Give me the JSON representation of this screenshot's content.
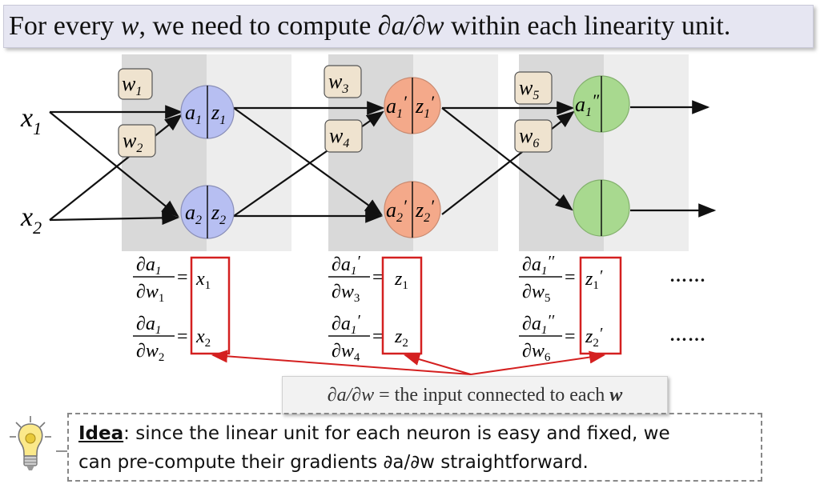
{
  "title": {
    "prefix": "For every ",
    "var": "w",
    "middle": ", we need to compute ",
    "expr": "∂a/∂w",
    "suffix": " within each linearity unit."
  },
  "inputs": [
    {
      "base": "x",
      "sub": "1"
    },
    {
      "base": "x",
      "sub": "2"
    }
  ],
  "weights": [
    {
      "base": "w",
      "sub": "1"
    },
    {
      "base": "w",
      "sub": "2"
    },
    {
      "base": "w",
      "sub": "3"
    },
    {
      "base": "w",
      "sub": "4"
    },
    {
      "base": "w",
      "sub": "5"
    },
    {
      "base": "w",
      "sub": "6"
    }
  ],
  "neurons": [
    {
      "a": "a",
      "a_sub": "1",
      "a_prime": "",
      "z": "z",
      "z_sub": "1",
      "z_prime": "",
      "color": "#b7bff2"
    },
    {
      "a": "a",
      "a_sub": "2",
      "a_prime": "",
      "z": "z",
      "z_sub": "2",
      "z_prime": "",
      "color": "#b7bff2"
    },
    {
      "a": "a",
      "a_sub": "1",
      "a_prime": "′",
      "z": "z",
      "z_sub": "1",
      "z_prime": "′",
      "color": "#f4a98a"
    },
    {
      "a": "a",
      "a_sub": "2",
      "a_prime": "′",
      "z": "z",
      "z_sub": "2",
      "z_prime": "′",
      "color": "#f4a98a"
    },
    {
      "a": "a",
      "a_sub": "1",
      "a_prime": "″",
      "z": "",
      "z_sub": "",
      "z_prime": "",
      "color": "#a8d98f"
    },
    {
      "a": "",
      "a_sub": "",
      "a_prime": "",
      "z": "",
      "z_sub": "",
      "z_prime": "",
      "color": "#a8d98f"
    }
  ],
  "derivatives": [
    {
      "num": "∂a",
      "num_sub": "1",
      "num_prime": "",
      "den": "∂w",
      "den_sub": "1",
      "rhs": "x",
      "rhs_sub": "1",
      "rhs_prime": ""
    },
    {
      "num": "∂a",
      "num_sub": "1",
      "num_prime": "",
      "den": "∂w",
      "den_sub": "2",
      "rhs": "x",
      "rhs_sub": "2",
      "rhs_prime": ""
    },
    {
      "num": "∂a",
      "num_sub": "1",
      "num_prime": "′",
      "den": "∂w",
      "den_sub": "3",
      "rhs": "z",
      "rhs_sub": "1",
      "rhs_prime": ""
    },
    {
      "num": "∂a",
      "num_sub": "1",
      "num_prime": "′",
      "den": "∂w",
      "den_sub": "4",
      "rhs": "z",
      "rhs_sub": "2",
      "rhs_prime": ""
    },
    {
      "num": "∂a",
      "num_sub": "1",
      "num_prime": "′′",
      "den": "∂w",
      "den_sub": "5",
      "rhs": "z",
      "rhs_sub": "1",
      "rhs_prime": "′"
    },
    {
      "num": "∂a",
      "num_sub": "1",
      "num_prime": "′′",
      "den": "∂w",
      "den_sub": "6",
      "rhs": "z",
      "rhs_sub": "2",
      "rhs_prime": "′"
    }
  ],
  "ellipsis": "……",
  "formula": {
    "lhs": "∂a/∂w",
    "text": " = the input connected to each ",
    "w": "w"
  },
  "idea": {
    "word": "Idea",
    "line1": ": since the linear unit for each neuron is easy and fixed, we",
    "line2": "can pre-compute their gradients ∂a/∂w straightforward."
  },
  "colors": {
    "title_bg": "#e6e6f2",
    "weight_box": "#efe3cf",
    "shade_dark": "#d9d9d9",
    "shade_light": "#ededed",
    "highlight_red": "#d42020",
    "neuron_blue": "#b7bff2",
    "neuron_orange": "#f4a98a",
    "neuron_green": "#a8d98f"
  },
  "icons": [
    "lightbulb-icon"
  ]
}
